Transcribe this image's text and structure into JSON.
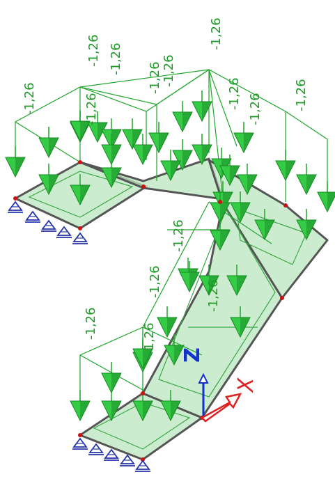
{
  "viewport": {
    "load_labels": [
      "-1,26",
      "-1,26",
      "-1,26",
      "-1,26",
      "-1,26",
      "-1,26",
      "-1,26",
      "-1,26",
      "-1,26",
      "-1,26",
      "-1,26",
      "-1,26",
      "-1,26",
      "-1,26",
      "-1,26"
    ],
    "axes": {
      "z_label": "Z",
      "x_label": "X"
    },
    "colors": {
      "load": "#1fa52b",
      "arrow_fill": "#33cc44",
      "slab_fill": "#b9e6bd",
      "edge": "#555555",
      "node": "#cc1111",
      "support": "#2233aa",
      "axis_x": "#dd2222",
      "axis_z": "#1133cc",
      "label": "#1d9a24"
    }
  }
}
